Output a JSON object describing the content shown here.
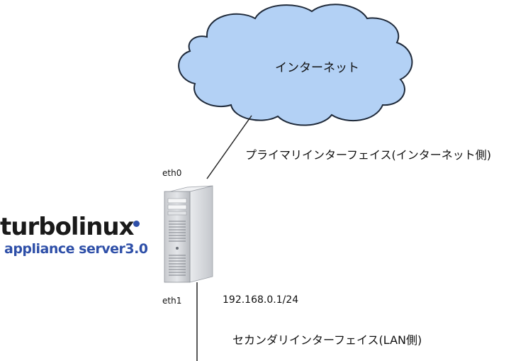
{
  "cloud": {
    "label": "インターネット"
  },
  "primary_interface": {
    "port": "eth0",
    "description": "プライマリインターフェイス(インターネット側)"
  },
  "secondary_interface": {
    "port": "eth1",
    "address": "192.168.0.1/24",
    "description": "セカンダリインターフェイス(LAN側)"
  },
  "logo": {
    "name": "turbolinux",
    "product": "appliance server3.0"
  },
  "server": {
    "icon": "tower-server-icon"
  },
  "colors": {
    "cloud_fill": "#b3d1f5",
    "cloud_stroke": "#1f2a3a",
    "logo_blue": "#2e4fa8",
    "line": "#222222"
  }
}
